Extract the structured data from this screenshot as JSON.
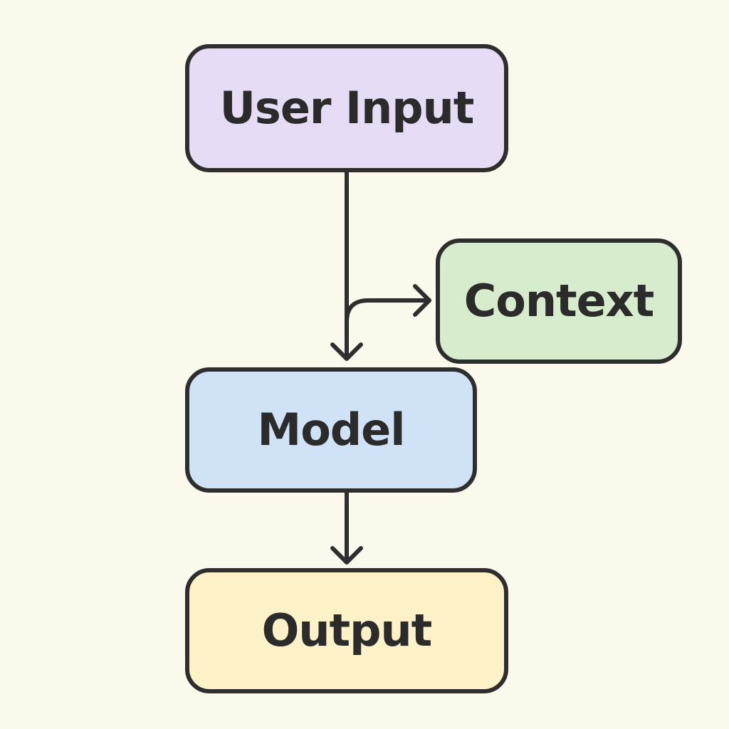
{
  "diagram": {
    "background": "#fbf8ec",
    "stroke_color": "#2e2e2e",
    "nodes": {
      "user_input": {
        "label": "User Input",
        "fill": "#e6dcf5"
      },
      "context": {
        "label": "Context",
        "fill": "#d6eccd"
      },
      "model": {
        "label": "Model",
        "fill": "#d0e3f6"
      },
      "output": {
        "label": "Output",
        "fill": "#fdf1c8"
      }
    },
    "edges": [
      {
        "from": "User Input",
        "to": "Model"
      },
      {
        "from": "User Input",
        "to": "Context"
      },
      {
        "from": "Model",
        "to": "Output"
      }
    ]
  }
}
